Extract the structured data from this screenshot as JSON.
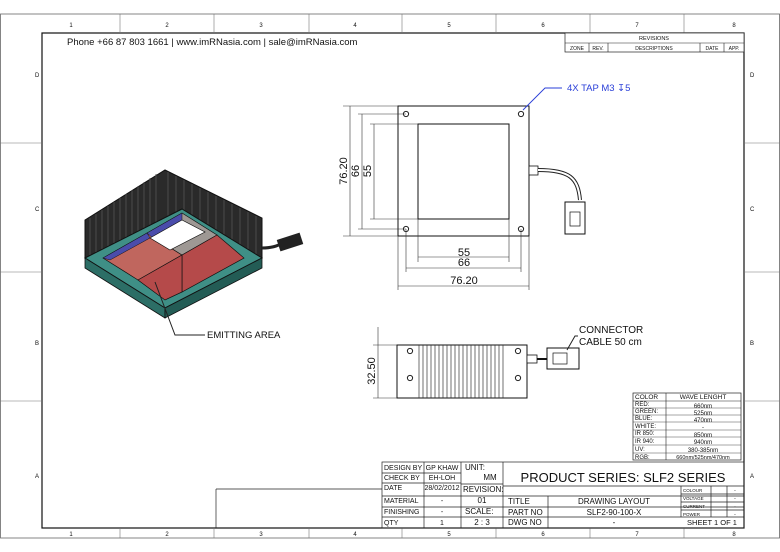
{
  "header": {
    "contact": "Phone +66 87 803 1661 | www.imRNasia.com | sale@imRNasia.com"
  },
  "border": {
    "columns": [
      "1",
      "2",
      "3",
      "4",
      "5",
      "6",
      "7",
      "8"
    ],
    "rows": [
      "D",
      "C",
      "B",
      "A"
    ]
  },
  "revisions": {
    "title": "REVISIONS",
    "columns": [
      "ZONE",
      "REV.",
      "DESCRIPTIONS",
      "DATE",
      "APP."
    ]
  },
  "callouts": {
    "tap": "4X TAP M3",
    "tap_depth": "5",
    "emitting_area": "EMITTING AREA",
    "connector_line1": "CONNECTOR",
    "connector_line2": "CABLE 50 cm"
  },
  "dimensions": {
    "h_outer": "76.20",
    "h_mid": "66",
    "h_inner": "55",
    "w_inner": "55",
    "w_mid": "66",
    "w_outer": "76.20",
    "side_height": "32.50"
  },
  "wavelength": {
    "head_color": "COLOR",
    "head_wave": "WAVE LENGHT",
    "rows": [
      {
        "color": "RED:",
        "wave": "660nm"
      },
      {
        "color": "GREEN:",
        "wave": "525nm"
      },
      {
        "color": "BLUE:",
        "wave": "470nm"
      },
      {
        "color": "WHITE:",
        "wave": "-"
      },
      {
        "color": "IR 850:",
        "wave": "850nm"
      },
      {
        "color": "IR 940:",
        "wave": "940nm"
      },
      {
        "color": "UV:",
        "wave": "380-385nm"
      },
      {
        "color": "RGB:",
        "wave": "660nm/525nm/470nm"
      }
    ]
  },
  "title_block": {
    "design_by_label": "DESIGN BY",
    "design_by": "GP KHAW",
    "check_by_label": "CHECK BY",
    "check_by": "EH-LOH",
    "date_label": "DATE",
    "date": "28/02/2012",
    "material_label": "MATERIAL",
    "material": "-",
    "finishing_label": "FINISHING",
    "finishing": "-",
    "qty_label": "QTY",
    "qty": "1",
    "unit_label": "UNIT:",
    "unit": "MM",
    "revision_label": "REVISION:",
    "revision": "01",
    "scale_label": "SCALE:",
    "scale": "2 : 3",
    "product": "PRODUCT SERIES: SLF2  SERIES",
    "title_label": "TITLE",
    "title": "DRAWING LAYOUT",
    "part_label": "PART NO",
    "part": "SLF2-90-100-X",
    "dwg_label": "DWG NO",
    "dwg": "-",
    "mini_labels": [
      "COLOUR",
      "VOLTAGE",
      "CURRENT",
      "POWER"
    ],
    "mini_values": [
      "-",
      "-",
      "-",
      "-"
    ],
    "sheet": "SHEET 1 OF 1"
  },
  "colors": {
    "teal_frame": "#3f8f86",
    "heatsink": "#1c1c1c",
    "quad_red": "#b54a4a",
    "quad_blue": "#4a4cab",
    "quad_gray": "#9e9894",
    "quad_salmon": "#c0665e",
    "callout_blue": "#2a3fd8"
  }
}
